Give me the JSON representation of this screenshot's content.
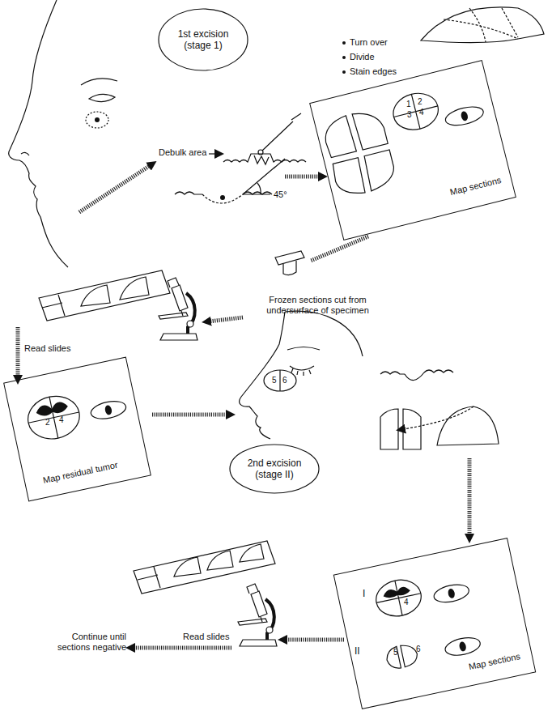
{
  "diagram": {
    "nodes": [
      {
        "text": [
          "1st excision",
          "(stage 1)"
        ]
      },
      {
        "text": [
          "Map sections"
        ]
      },
      {
        "text": [
          "Map residual tumor"
        ]
      },
      {
        "text": [
          "2nd excision",
          "(stage II)"
        ]
      },
      {
        "text": [
          "Map sections"
        ]
      }
    ],
    "labels": [
      "Turn over",
      "Divide",
      "Stain edges",
      "Debulk area",
      "45°",
      "1",
      "2",
      "3",
      "4",
      "Frozen sections cut from undersurface of specimen",
      "Read slides",
      "2",
      "4",
      "5",
      "6",
      "I",
      "4",
      "II",
      "5",
      "6",
      "Read slides",
      "Continue until sections negative"
    ]
  }
}
